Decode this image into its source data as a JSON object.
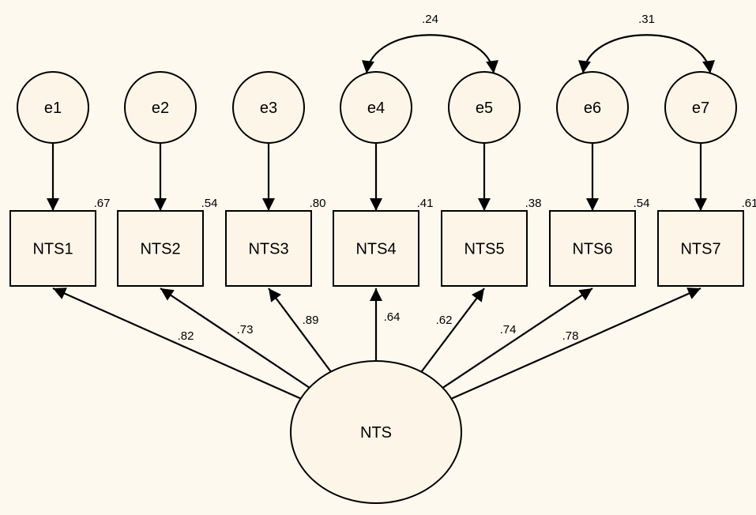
{
  "colors": {
    "background": "#fdf9ef",
    "node_fill": "#fdf6e8",
    "stroke": "#000000"
  },
  "latent": {
    "label": "NTS"
  },
  "indicators": [
    {
      "label": "NTS1",
      "error": "e1",
      "r2": ".67",
      "loading": ".82"
    },
    {
      "label": "NTS2",
      "error": "e2",
      "r2": ".54",
      "loading": ".73"
    },
    {
      "label": "NTS3",
      "error": "e3",
      "r2": ".80",
      "loading": ".89"
    },
    {
      "label": "NTS4",
      "error": "e4",
      "r2": ".41",
      "loading": ".64"
    },
    {
      "label": "NTS5",
      "error": "e5",
      "r2": ".38",
      "loading": ".62"
    },
    {
      "label": "NTS6",
      "error": "e6",
      "r2": ".54",
      "loading": ".74"
    },
    {
      "label": "NTS7",
      "error": "e7",
      "r2": ".61",
      "loading": ".78"
    }
  ],
  "covariances": [
    {
      "from": "e4",
      "to": "e5",
      "value": ".24"
    },
    {
      "from": "e6",
      "to": "e7",
      "value": ".31"
    }
  ]
}
